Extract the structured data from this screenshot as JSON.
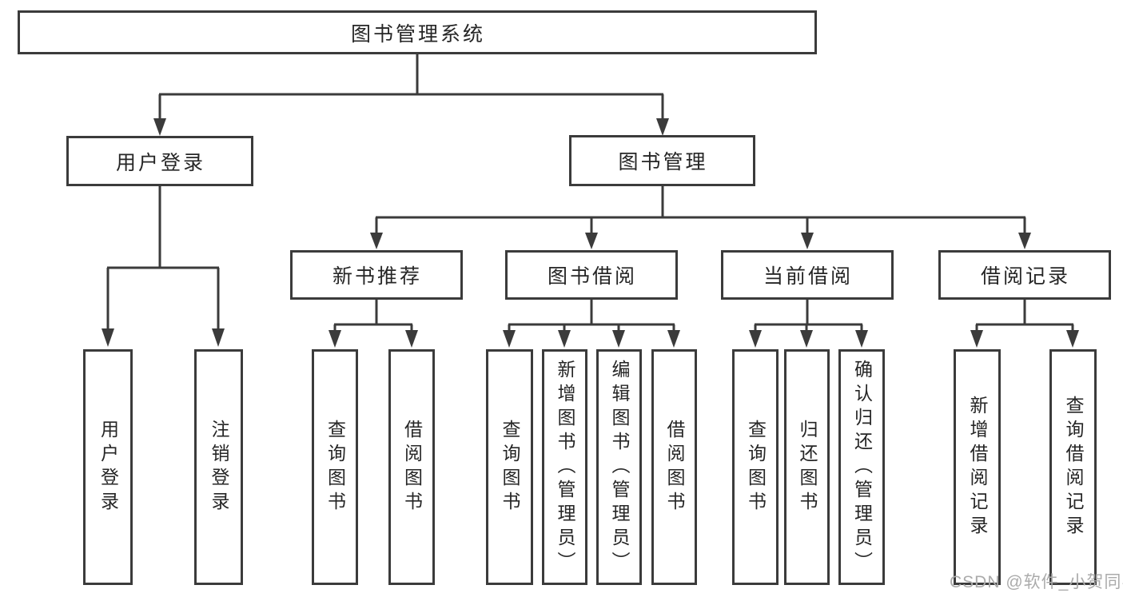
{
  "diagram": {
    "type": "hierarchy-tree",
    "description": "Functional structure diagram of a library management system"
  },
  "colors": {
    "line": "#3b3b3b",
    "box_border": "#3b3b3b",
    "box_fill": "#ffffff",
    "text": "#262626",
    "watermark": "#ababab",
    "background": "#ffffff"
  },
  "nodes": {
    "root": "图书管理系统",
    "user_login": "用户登录",
    "book_mgmt": "图书管理",
    "new_rec": "新书推荐",
    "book_borrow": "图书借阅",
    "cur_borrow": "当前借阅",
    "borrow_log": "借阅记录",
    "login_op": "用户登录",
    "logout_op": "注销登录",
    "nr_query": "查询图书",
    "nr_borrow": "借阅图书",
    "bb_query": "查询图书",
    "bb_add": "新增图书（管理员）",
    "bb_edit": "编辑图书（管理员）",
    "bb_borrow": "借阅图书",
    "cb_query": "查询图书",
    "cb_return": "归还图书",
    "cb_confirm": "确认归还（管理员）",
    "bl_add": "新增借阅记录",
    "bl_query": "查询借阅记录"
  },
  "edges": [
    [
      "root",
      "user_login"
    ],
    [
      "root",
      "book_mgmt"
    ],
    [
      "user_login",
      "login_op"
    ],
    [
      "user_login",
      "logout_op"
    ],
    [
      "book_mgmt",
      "new_rec"
    ],
    [
      "book_mgmt",
      "book_borrow"
    ],
    [
      "book_mgmt",
      "cur_borrow"
    ],
    [
      "book_mgmt",
      "borrow_log"
    ],
    [
      "new_rec",
      "nr_query"
    ],
    [
      "new_rec",
      "nr_borrow"
    ],
    [
      "book_borrow",
      "bb_query"
    ],
    [
      "book_borrow",
      "bb_add"
    ],
    [
      "book_borrow",
      "bb_edit"
    ],
    [
      "book_borrow",
      "bb_borrow"
    ],
    [
      "cur_borrow",
      "cb_query"
    ],
    [
      "cur_borrow",
      "cb_return"
    ],
    [
      "cur_borrow",
      "cb_confirm"
    ],
    [
      "borrow_log",
      "bl_add"
    ],
    [
      "borrow_log",
      "bl_query"
    ]
  ],
  "watermark": "CSDN @软件_小贺同学"
}
